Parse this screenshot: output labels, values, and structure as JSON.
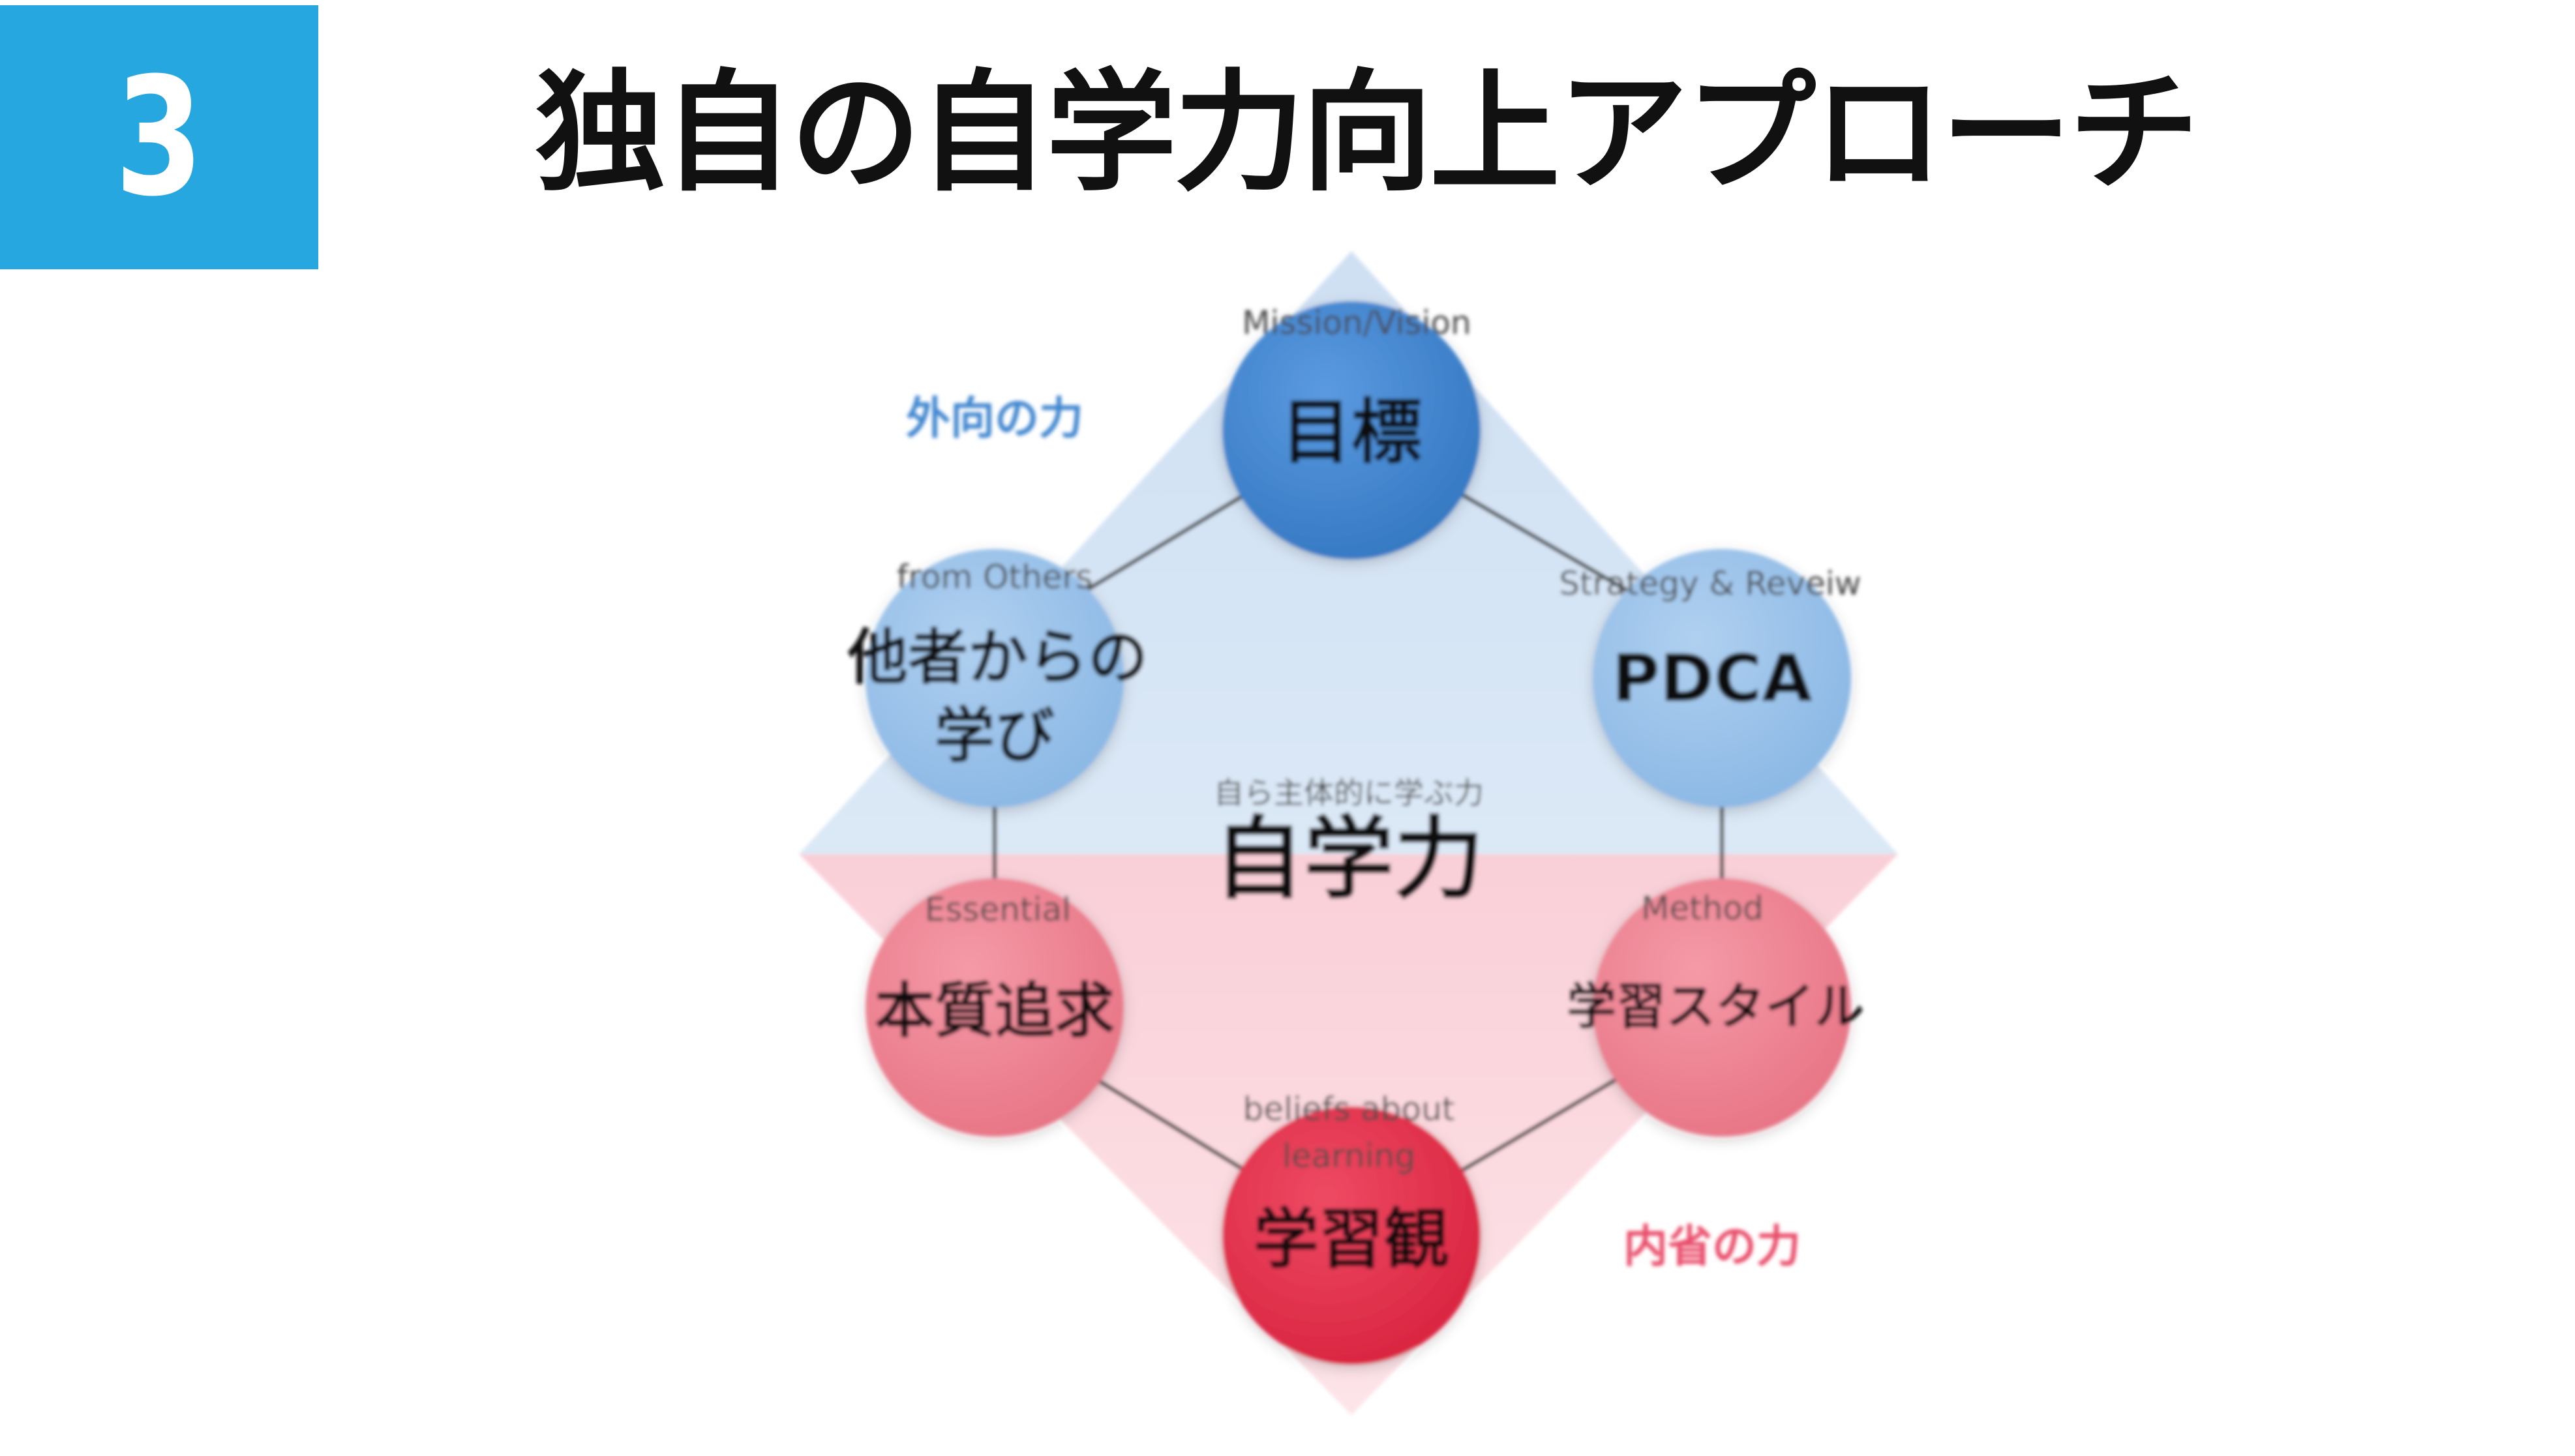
{
  "badge": {
    "number": "3"
  },
  "header": {
    "title": "独自の自学力向上アプローチ"
  },
  "diagram": {
    "outer_label": "外向の力",
    "inner_label": "内省の力",
    "center": {
      "subtitle": "自ら主体的に学ぶ力",
      "title": "自学力"
    },
    "nodes": {
      "goal": {
        "subtitle": "Mission/Vision",
        "title": "目標"
      },
      "pdca": {
        "subtitle": "Strategy & Reveiw",
        "title": "PDCA"
      },
      "style": {
        "subtitle": "Method",
        "title": "学習スタイル"
      },
      "belief": {
        "subtitle_line1": "beliefs about",
        "subtitle_line2": "learning",
        "title": "学習観"
      },
      "essential": {
        "subtitle": "Essential",
        "title": "本質追求"
      },
      "others": {
        "subtitle": "from Others",
        "title_line1": "他者からの",
        "title_line2": "学び"
      }
    },
    "colors": {
      "blue_bg": "#d5e5f5",
      "pink_bg": "#fad3da",
      "goal": "#3f86cf",
      "light_blue": "#94bfea",
      "pink": "#ef8593",
      "red": "#e4364f",
      "outer_label": "#3f86cf",
      "inner_label": "#e94e6a"
    }
  }
}
